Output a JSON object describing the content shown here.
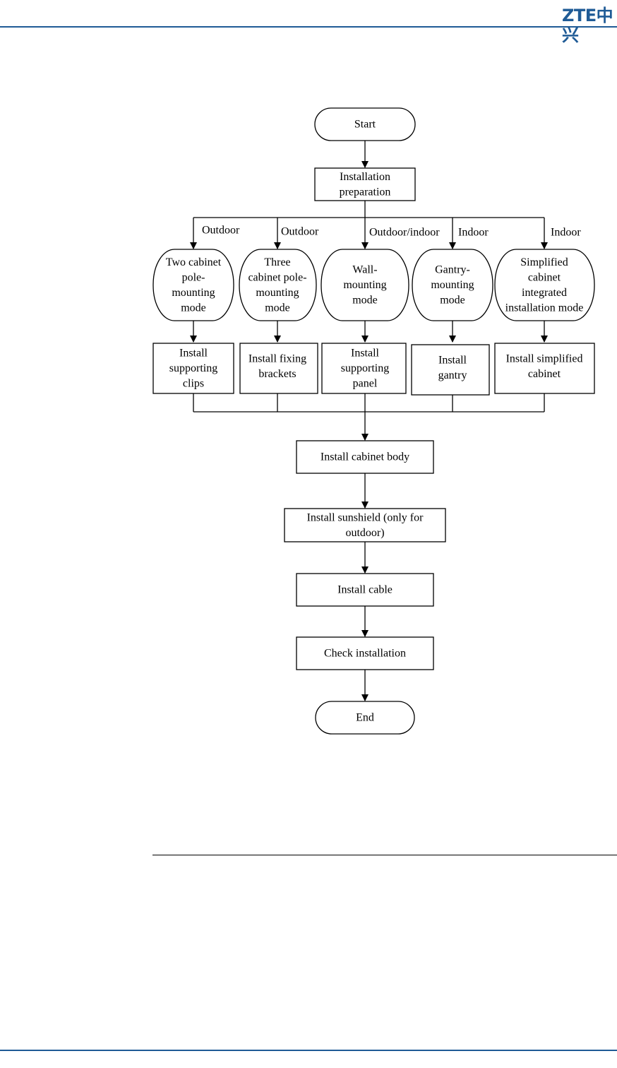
{
  "header": {
    "logo": "ZTE中兴"
  },
  "flowchart": {
    "start": "Start",
    "preparation": [
      "Installation",
      "preparation"
    ],
    "branch_labels": [
      "Outdoor",
      "Outdoor",
      "Outdoor/indoor",
      "Indoor",
      "Indoor"
    ],
    "modes": [
      [
        "Two cabinet",
        "pole-",
        "mounting",
        "mode"
      ],
      [
        "Three",
        "cabinet pole-",
        "mounting",
        "mode"
      ],
      [
        "Wall-",
        "mounting",
        "mode"
      ],
      [
        "Gantry-",
        "mounting",
        "mode"
      ],
      [
        "Simplified",
        "cabinet",
        "integrated",
        "installation mode"
      ]
    ],
    "installs": [
      [
        "Install",
        "supporting",
        "clips"
      ],
      [
        "Install fixing",
        "brackets"
      ],
      [
        "Install",
        "supporting",
        "panel"
      ],
      [
        "Install",
        "gantry"
      ],
      [
        "Install simplified",
        "cabinet"
      ]
    ],
    "body": "Install cabinet body",
    "sunshield": [
      "Install sunshield (only for",
      "outdoor)"
    ],
    "cable": "Install cable",
    "check": "Check installation",
    "end": "End"
  }
}
